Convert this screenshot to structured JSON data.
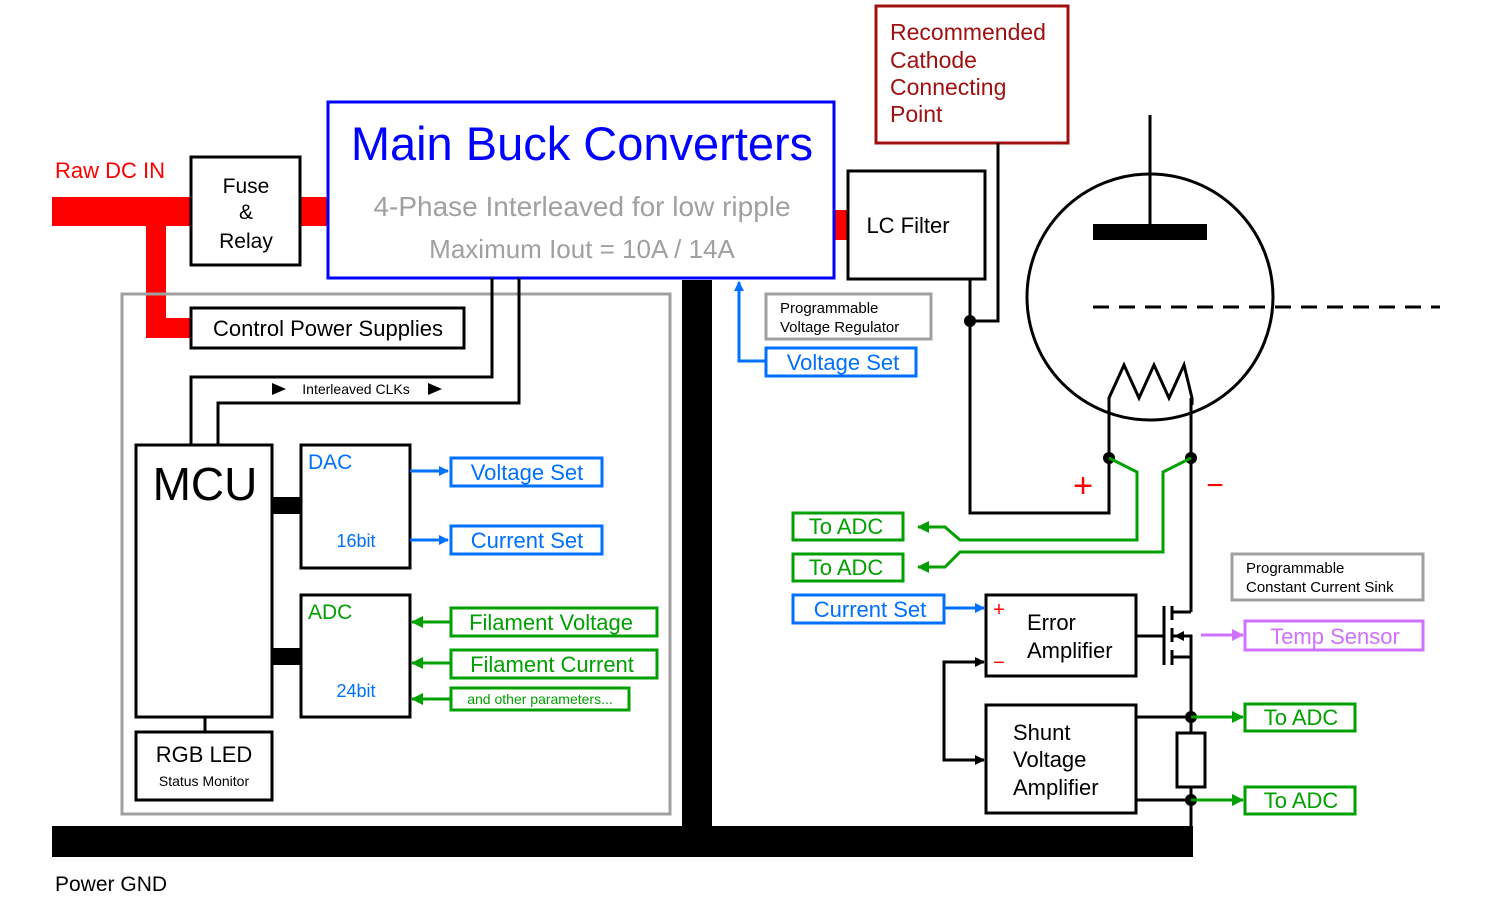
{
  "colors": {
    "power_red": "#ff0000",
    "title_blue": "#0000ff",
    "signal_blue": "#0070ff",
    "signal_green": "#00a000",
    "temp_violet": "#d070ff",
    "note_dark_red": "#a01010",
    "frame_gray": "#a0a0a0",
    "subtitle_gray": "#a0a0a0",
    "black": "#000000"
  },
  "labels": {
    "raw_dc_in": "Raw DC IN",
    "power_gnd": "Power GND",
    "interleaved_clks": "Interleaved CLKs",
    "plus_sign": "+",
    "minus_sign": "−"
  },
  "fuse_relay": {
    "line1": "Fuse",
    "line2": "&",
    "line3": "Relay"
  },
  "main_buck": {
    "title": "Main Buck Converters",
    "subtitle": "4-Phase Interleaved for low ripple",
    "rating": "Maximum Iout = 10A / 14A"
  },
  "lc_filter": "LC Filter",
  "cathode_note": {
    "line1": "Recommended",
    "line2": "Cathode",
    "line3": "Connecting",
    "line4": "Point"
  },
  "control_power": "Control Power Supplies",
  "prog_vreg": {
    "line1": "Programmable",
    "line2": "Voltage Regulator"
  },
  "vreg_voltage_set": "Voltage Set",
  "mcu": "MCU",
  "rgb_led": {
    "title": "RGB LED",
    "subtitle": "Status Monitor"
  },
  "dac": {
    "title": "DAC",
    "bits": "16bit",
    "out1": "Voltage Set",
    "out2": "Current Set"
  },
  "adc": {
    "title": "ADC",
    "bits": "24bit",
    "in1": "Filament Voltage",
    "in2": "Filament Current",
    "in3": "and other parameters..."
  },
  "right_side": {
    "to_adc_1": "To ADC",
    "to_adc_2": "To ADC",
    "current_set": "Current Set",
    "error_amp": {
      "line1": "Error",
      "line2": "Amplifier",
      "plus": "+",
      "minus": "−"
    },
    "shunt_amp": {
      "line1": "Shunt",
      "line2": "Voltage",
      "line3": "Amplifier"
    },
    "to_adc_3": "To ADC",
    "to_adc_4": "To ADC",
    "temp_sensor": "Temp Sensor",
    "prog_sink": {
      "line1": "Programmable",
      "line2": "Constant Current Sink"
    }
  }
}
